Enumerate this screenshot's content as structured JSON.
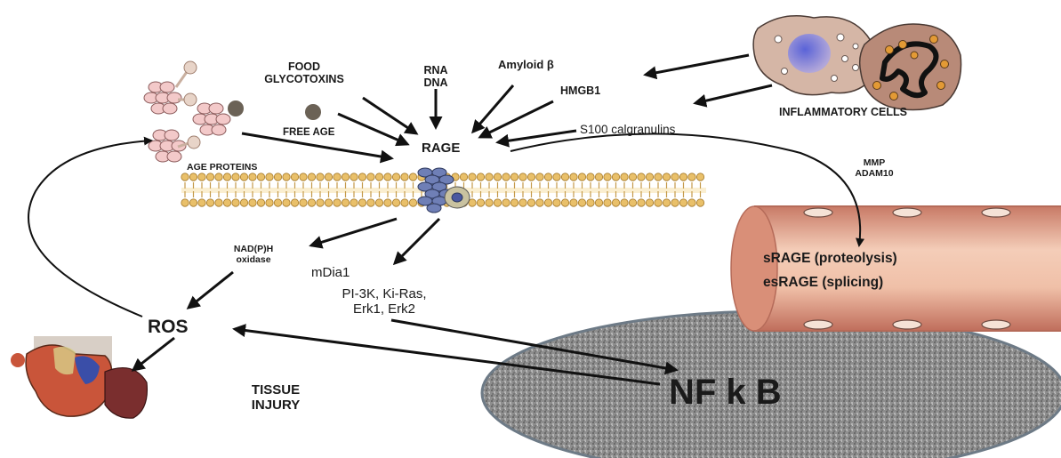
{
  "labels": {
    "food_glycotoxins": [
      "FOOD",
      "GLYCOTOXINS"
    ],
    "rna_dna": [
      "RNA",
      "DNA"
    ],
    "amyloid": "Amyloid β",
    "hmgb1": "HMGB1",
    "s100": "S100 calgranulins",
    "free_age": "FREE AGE",
    "rage": "RAGE",
    "age_proteins": "AGE PROTEINS",
    "inflammatory_cells": "INFLAMMATORY CELLS",
    "mmp_adam": [
      "MMP",
      "ADAM10"
    ],
    "nadph_oxidase": [
      "NAD(P)H",
      "oxidase"
    ],
    "mdia1": "mDia1",
    "pi3k": [
      "PI-3K, Ki-Ras,",
      "Erk1, Erk2"
    ],
    "srage": "sRAGE (proteolysis)",
    "esrage": "esRAGE (splicing)",
    "ros": "ROS",
    "tissue_injury": [
      "TISSUE",
      "INJURY"
    ],
    "nfkb": "NF k B"
  },
  "colors": {
    "membrane_head": "#e9c06a",
    "membrane_tail": "#f7e2b0",
    "vessel": "#d4806a",
    "nucleus": "#8d8d8d",
    "receptor": "#5a6fa0",
    "arrow": "#111111"
  }
}
